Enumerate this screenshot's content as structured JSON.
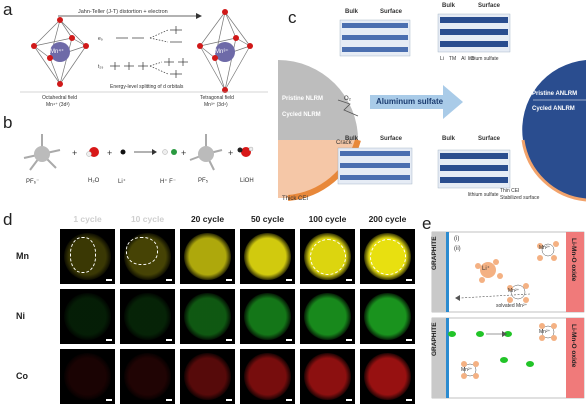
{
  "panels": {
    "a": {
      "label": "a",
      "arrow_text": "Jahn-Teller (J-T) distortion + electron",
      "ion_left": "Mn⁴⁺",
      "ion_right": "Mn³⁺",
      "eg_left": "e₉",
      "t2g_left": "t₂₉",
      "splitting_note": "Energy-level splitting of d orbitals",
      "field_left": "Octahedral field",
      "field_left_sub": "Mn⁴⁺ (3d³)",
      "field_right": "Tetragonal field",
      "field_right_sub": "Mn³⁺ (3d⁴)"
    },
    "b": {
      "label": "b",
      "species": [
        "PF₆⁻",
        "H₂O",
        "Li⁺",
        "H⁺ F⁻",
        "PF₅",
        "LiOH"
      ],
      "plus": "+"
    },
    "c": {
      "label": "c",
      "bulk": "Bulk",
      "surface": "Surface",
      "pristine": "Pristine NLRM",
      "cycled": "Cycled NLRM",
      "o2": "O₂",
      "crack": "Crack",
      "thick_cei": "Thick CEI",
      "arrow_text": "Aluminum sulfate",
      "pristine_anlrm": "Pristine ANLRM",
      "cycled_anlrm": "Cycled ANLRM",
      "thin_cei": "Thin CEI",
      "stabilized": "Stabilized surface",
      "lithium_sulfate": "lithium sulfate",
      "legend": [
        "Li",
        "TM",
        "Al",
        "O"
      ]
    },
    "d": {
      "label": "d",
      "columns": [
        "1 cycle",
        "10 cycle",
        "20 cycle",
        "50 cycle",
        "100 cycle",
        "200 cycle"
      ],
      "rows": [
        "Mn",
        "Ni",
        "Co"
      ],
      "colors": {
        "Mn": "#e8e010",
        "Ni": "#22c428",
        "Co": "#d81818"
      },
      "intensity": {
        "Mn": [
          0.25,
          0.3,
          0.75,
          0.9,
          0.95,
          1.0
        ],
        "Ni": [
          0.15,
          0.18,
          0.45,
          0.6,
          0.7,
          0.75
        ],
        "Co": [
          0.12,
          0.15,
          0.4,
          0.55,
          0.65,
          0.7
        ]
      }
    },
    "e": {
      "label": "e",
      "graphite": "GRAPHITE",
      "oxide": "Li-Mn-O oxide",
      "marker_i": "(i)",
      "marker_ii": "(ii)",
      "li": "Li⁺",
      "mn2": "Mn²⁺",
      "solvated": "solvated Mn²⁺"
    }
  },
  "theme": {
    "accent_blue": "#2a4d8f",
    "arrow_blue": "#7fb0e0",
    "cei_orange": "#f2a36b",
    "oxide_red": "#f07a7a",
    "graphite_gray": "#c9c9c9"
  }
}
